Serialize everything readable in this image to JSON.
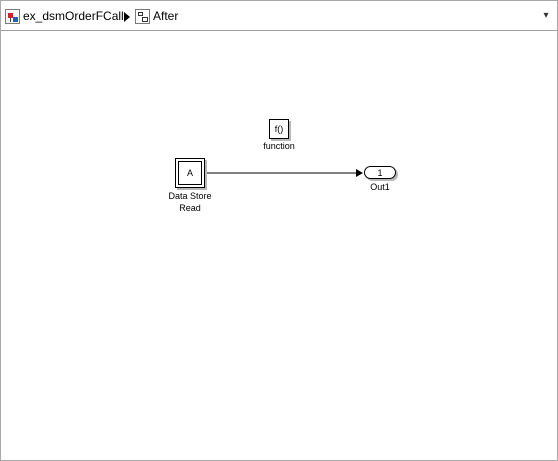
{
  "breadcrumb": {
    "model_name": "ex_dsmOrderFCall",
    "subsystem_name": "After"
  },
  "blocks": {
    "function_call": {
      "icon_text": "f()",
      "label": "function"
    },
    "data_store_read": {
      "icon_text": "A",
      "label_line1": "Data Store",
      "label_line2": "Read"
    },
    "outport": {
      "port_number": "1",
      "label": "Out1"
    }
  }
}
